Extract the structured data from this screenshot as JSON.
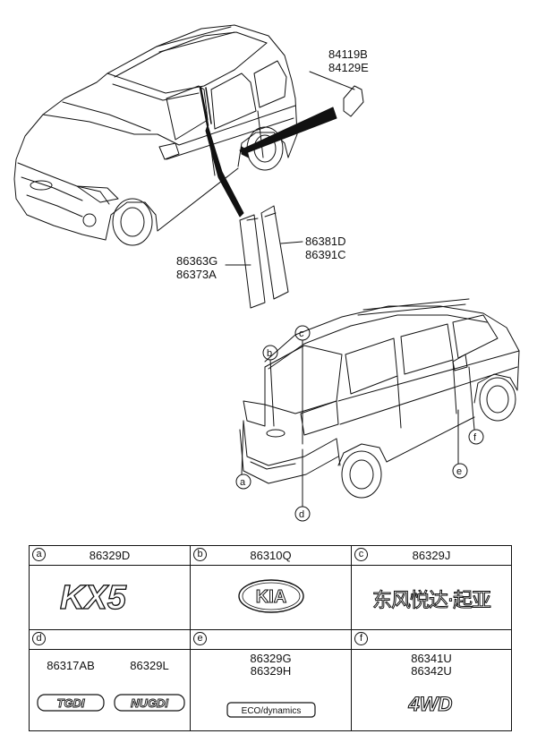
{
  "callouts": {
    "fuel_lid": [
      "84119B",
      "84129E"
    ],
    "pillar_rear": [
      "86381D",
      "86391C"
    ],
    "pillar_front": [
      "86363G",
      "86373A"
    ]
  },
  "letters": [
    "a",
    "b",
    "c",
    "d",
    "e",
    "f"
  ],
  "legend": {
    "cells": [
      {
        "letter": "a",
        "parts": [
          "86329D"
        ],
        "emblem": "KX5"
      },
      {
        "letter": "b",
        "parts": [
          "86310Q"
        ],
        "emblem": "KIA"
      },
      {
        "letter": "c",
        "parts": [
          "86329J"
        ],
        "emblem": "东风悦达·起亚"
      },
      {
        "letter": "d",
        "parts": [
          "86317AB",
          "86329L"
        ],
        "emblems": [
          "TGDI",
          "NUGDI"
        ]
      },
      {
        "letter": "e",
        "parts": [
          "86329G",
          "86329H"
        ],
        "emblem": "ECO/dynamics"
      },
      {
        "letter": "f",
        "parts": [
          "86341U",
          "86342U"
        ],
        "emblem": "4WD"
      }
    ]
  }
}
